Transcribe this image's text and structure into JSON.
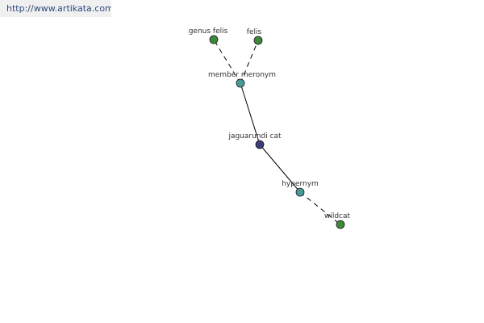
{
  "banner": {
    "url": "http://www.artikata.com"
  },
  "colors": {
    "leaf": "#3d8a3d",
    "relation": "#4a9a9a",
    "center": "#3b3b7a",
    "edge": "#000000"
  },
  "nodes": [
    {
      "id": "genus-felis",
      "label": "genus felis",
      "kind": "leaf"
    },
    {
      "id": "felis",
      "label": "felis",
      "kind": "leaf"
    },
    {
      "id": "member-meronym",
      "label": "member meronym",
      "kind": "relation"
    },
    {
      "id": "jaguarundi-cat",
      "label": "jaguarundi cat",
      "kind": "center"
    },
    {
      "id": "hypernym",
      "label": "hypernym",
      "kind": "relation"
    },
    {
      "id": "wildcat",
      "label": "wildcat",
      "kind": "leaf"
    }
  ],
  "edges": [
    {
      "from": "member-meronym",
      "to": "genus-felis",
      "style": "dashed"
    },
    {
      "from": "member-meronym",
      "to": "felis",
      "style": "dashed"
    },
    {
      "from": "jaguarundi-cat",
      "to": "member-meronym",
      "style": "solid"
    },
    {
      "from": "jaguarundi-cat",
      "to": "hypernym",
      "style": "solid"
    },
    {
      "from": "hypernym",
      "to": "wildcat",
      "style": "dashed"
    }
  ]
}
